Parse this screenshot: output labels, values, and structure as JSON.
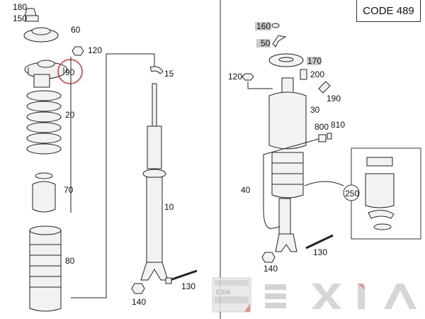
{
  "header": {
    "code_label": "CODE 489"
  },
  "left_diagram": {
    "labels": {
      "p180": "180",
      "p150": "150",
      "p60": "60",
      "p120": "120",
      "p90": "90",
      "p20": "20",
      "p70": "70",
      "p80": "80",
      "p15": "15",
      "p10": "10",
      "p130": "130",
      "p140": "140"
    },
    "highlight_color": "#e03030"
  },
  "right_diagram": {
    "labels": {
      "p160": "160",
      "p50": "50",
      "p170": "170",
      "p120": "120",
      "p200": "200",
      "p190": "190",
      "p30": "30",
      "p800": "800",
      "p810": "810",
      "p40": "40",
      "p250": "250",
      "p130": "130",
      "p140": "140"
    }
  },
  "watermark": {
    "brand": "EXIA",
    "small_brand": "EXIA"
  }
}
